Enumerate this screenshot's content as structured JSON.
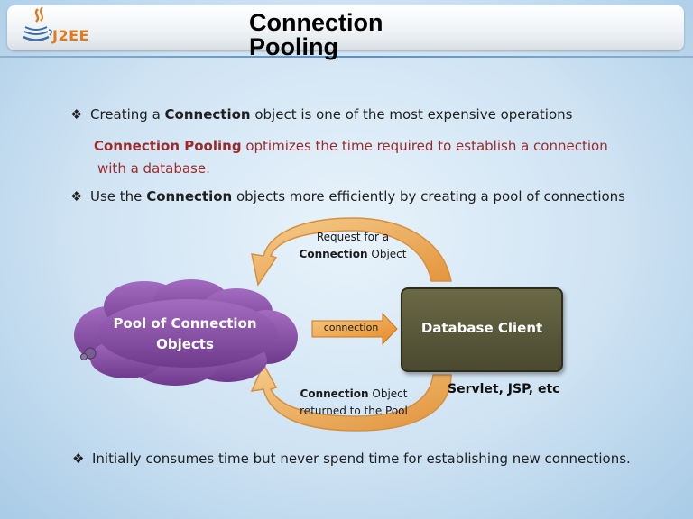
{
  "header": {
    "logo_text": "J2EE",
    "title_line1": "Connection",
    "title_line2": "Pooling"
  },
  "bullets": {
    "b1_prefix": "Creating a ",
    "b1_bold": "Connection",
    "b1_suffix": " object is one of the most expensive operations",
    "sub_bold": "Connection Pooling",
    "sub_rest": " optimizes the time required to establish a connection",
    "sub_line2": "with a database.",
    "b2_prefix": "Use the ",
    "b2_bold": "Connection",
    "b2_suffix": " objects more efficiently by creating a pool of connections",
    "b3_text": "Initially consumes time but never spend time for establishing new  connections."
  },
  "diagram": {
    "cloud_line1": "Pool of Connection",
    "cloud_line2": "Objects",
    "arrow_label": "connection",
    "db_label": "Database Client",
    "top_caption_line1": "Request for a",
    "top_caption_bold": "Connection",
    "top_caption_rest": " Object",
    "bottom_caption_bold": "Connection",
    "bottom_caption_rest": " Object",
    "bottom_caption_line2": "returned to the Pool",
    "clients_label": "Servlet, JSP, etc"
  },
  "colors": {
    "accent_orange": "#f0a23b",
    "cloud_purple": "#8a4aa8",
    "db_olive": "#57563a",
    "sub_text_red": "#9b2a2a"
  }
}
